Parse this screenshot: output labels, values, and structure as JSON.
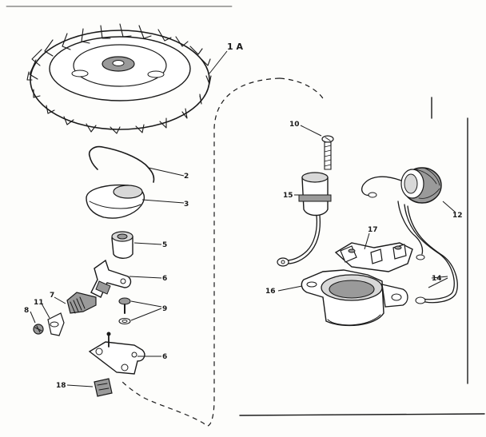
{
  "diagram": {
    "callouts": [
      {
        "id": "1A",
        "label": "1 A"
      },
      {
        "id": "2",
        "label": "2"
      },
      {
        "id": "3",
        "label": "3"
      },
      {
        "id": "5",
        "label": "5"
      },
      {
        "id": "6a",
        "label": "6"
      },
      {
        "id": "9",
        "label": "9"
      },
      {
        "id": "7",
        "label": "7"
      },
      {
        "id": "11",
        "label": "11"
      },
      {
        "id": "8",
        "label": "8"
      },
      {
        "id": "6b",
        "label": "6"
      },
      {
        "id": "18",
        "label": "18"
      },
      {
        "id": "10",
        "label": "10"
      },
      {
        "id": "15",
        "label": "15"
      },
      {
        "id": "17",
        "label": "17"
      },
      {
        "id": "12",
        "label": "12"
      },
      {
        "id": "16",
        "label": "16"
      },
      {
        "id": "14",
        "label": "14"
      }
    ]
  }
}
